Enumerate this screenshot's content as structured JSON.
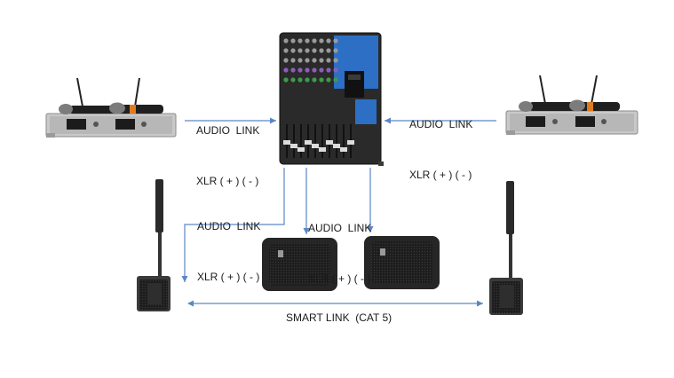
{
  "labels": {
    "left_link_l1": "AUDIO  LINK",
    "left_link_l2": "XLR ( + ) ( - )",
    "right_link_l1": "AUDIO  LINK",
    "right_link_l2": "XLR ( + ) ( - )",
    "down_left_l1": "AUDIO  LINK",
    "down_left_l2": "XLR ( + ) ( - )",
    "down_mid_l1": "AUDIO  LINK",
    "down_mid_l2": "XLR ( + ) ( - )",
    "smart_link": "SMART LINK  (CAT 5)"
  },
  "colors": {
    "connector": "#5b86c6",
    "device_dark": "#2a2a2a",
    "device_mid": "#4a4a4a",
    "mixer_accent": "#2d6fc4",
    "mic_band": "#e07a1f"
  },
  "icons": {
    "wireless_receiver": "wireless-mic-receiver-icon",
    "mixer": "audio-mixer-icon",
    "column_speaker": "column-speaker-icon",
    "monitor_speaker": "stage-monitor-icon"
  }
}
